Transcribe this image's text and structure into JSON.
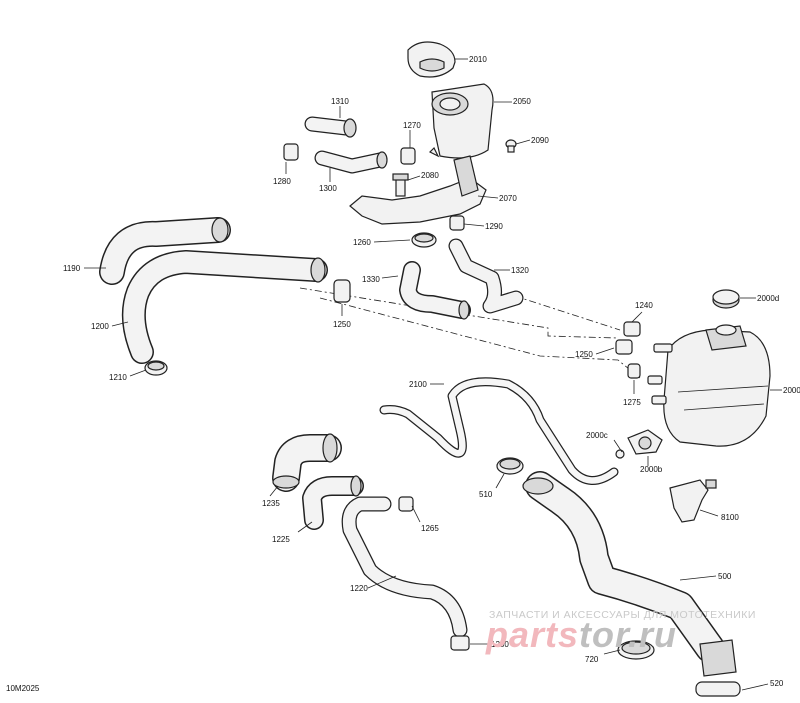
{
  "diagram": {
    "code": "10M2025",
    "labels": {
      "p2010": "2010",
      "p2050": "2050",
      "p1310": "1310",
      "p1270": "1270",
      "p2090": "2090",
      "p1280": "1280",
      "p1300": "1300",
      "p2080": "2080",
      "p2070": "2070",
      "p1290": "1290",
      "p1260": "1260",
      "p1190": "1190",
      "p1330": "1330",
      "p1320": "1320",
      "p1240": "1240",
      "p2000d": "2000d",
      "p1200": "1200",
      "p1250a": "1250",
      "p1250b": "1250",
      "p2000": "2000",
      "p1210": "1210",
      "p1275": "1275",
      "p2100": "2100",
      "p2000c": "2000c",
      "p2000b": "2000b",
      "p510": "510",
      "p8100": "8100",
      "p1235": "1235",
      "p1225": "1225",
      "p1265": "1265",
      "p500": "500",
      "p1220": "1220",
      "p1230": "1230",
      "p720": "720",
      "p520": "520"
    }
  },
  "watermark": {
    "top_text": "ЗАПЧАСТИ И АКСЕССУАРЫ ДЛЯ МОТОТЕХНИКИ",
    "logo_part1": "parts",
    "logo_part2": "tor.ru"
  }
}
